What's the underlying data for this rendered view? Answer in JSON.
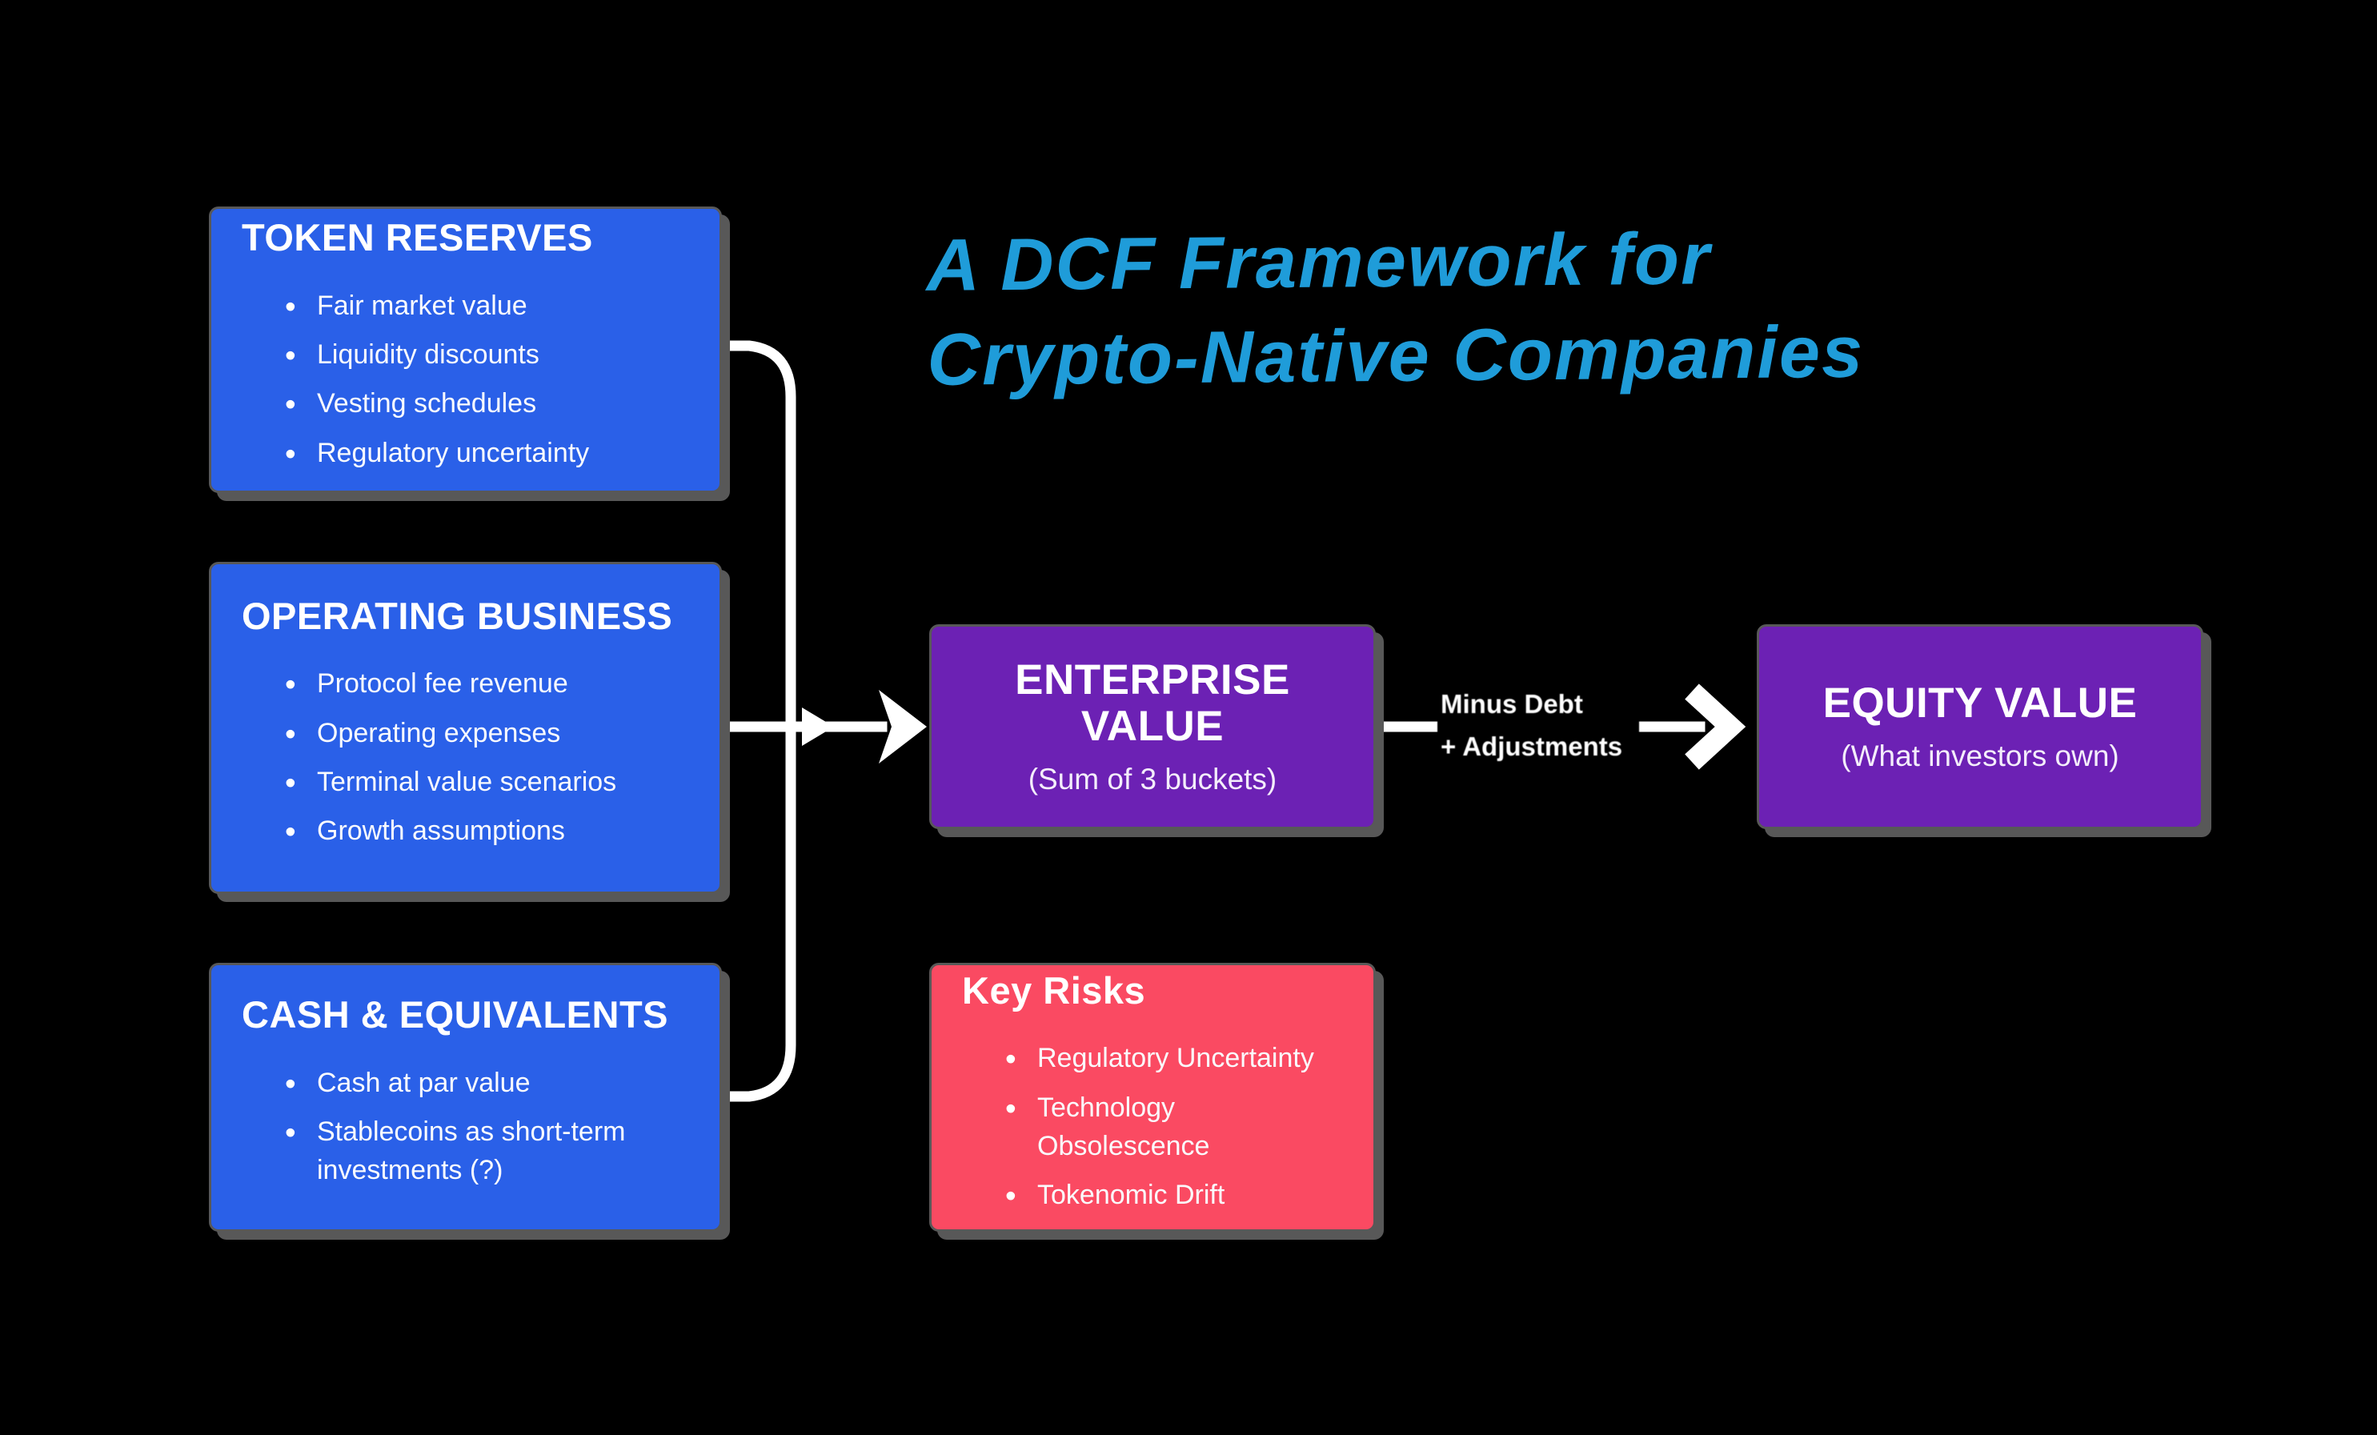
{
  "title": {
    "line1": "A DCF Framework for",
    "line2": "Crypto-Native Companies"
  },
  "boxes": {
    "token_reserves": {
      "heading": "TOKEN RESERVES",
      "bullets": [
        "Fair market value",
        "Liquidity discounts",
        "Vesting schedules",
        "Regulatory uncertainty"
      ]
    },
    "operating_business": {
      "heading": "OPERATING BUSINESS",
      "bullets": [
        "Protocol fee revenue",
        "Operating expenses",
        "Terminal value scenarios",
        "Growth assumptions"
      ]
    },
    "cash_equivalents": {
      "heading": "CASH & EQUIVALENTS",
      "bullets": [
        "Cash at par value",
        "Stablecoins as short-term investments (?)"
      ]
    },
    "enterprise_value": {
      "heading": "ENTERPRISE VALUE",
      "subtitle": "(Sum of 3 buckets)"
    },
    "equity_value": {
      "heading": "EQUITY VALUE",
      "subtitle": "(What investors own)"
    },
    "key_risks": {
      "heading": "Key Risks",
      "bullets": [
        "Regulatory Uncertainty",
        "Technology Obsolescence",
        "Tokenomic Drift"
      ]
    }
  },
  "arrows": {
    "ev_to_equity_label_line1": "Minus Debt",
    "ev_to_equity_label_line2": "+ Adjustments"
  },
  "colors": {
    "background": "#000000",
    "bucket_blue": "#2A60E8",
    "value_purple": "#6C21B4",
    "risk_red": "#FA4A62",
    "title_blue": "#1F9CD9",
    "connector_white": "#FFFFFF",
    "shadow_gray": "#585858"
  }
}
